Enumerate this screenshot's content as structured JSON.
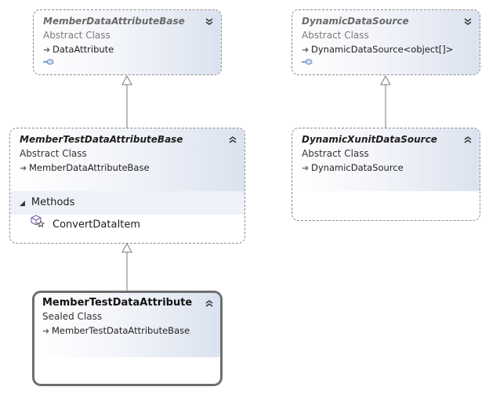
{
  "classes": [
    {
      "name": "MemberDataAttributeBase",
      "kind": "Abstract Class",
      "base": "DataAttribute",
      "implements_icon": "interface-lollipop-icon",
      "toggle": "expand"
    },
    {
      "name": "DynamicDataSource",
      "kind": "Abstract Class",
      "base": "DynamicDataSource<object[]>",
      "implements_icon": "interface-lollipop-icon",
      "toggle": "expand"
    },
    {
      "name": "MemberTestDataAttributeBase",
      "kind": "Abstract Class",
      "base": "MemberDataAttributeBase",
      "toggle": "collapse",
      "sections": [
        {
          "label": "Methods",
          "members": [
            {
              "name": "ConvertDataItem",
              "icon": "abstract-method-icon"
            }
          ]
        }
      ]
    },
    {
      "name": "DynamicXunitDataSource",
      "kind": "Abstract Class",
      "base": "DynamicDataSource",
      "toggle": "collapse"
    },
    {
      "name": "MemberTestDataAttribute",
      "kind": "Sealed Class",
      "base": "MemberTestDataAttributeBase",
      "toggle": "collapse"
    }
  ],
  "colors": {
    "border": "#8a8a8a",
    "sealed_border": "#6e6e6e",
    "header_gradient_end": "#dbe2ef",
    "section_bg": "#eef1f7",
    "connector": "#7a7a7a"
  }
}
